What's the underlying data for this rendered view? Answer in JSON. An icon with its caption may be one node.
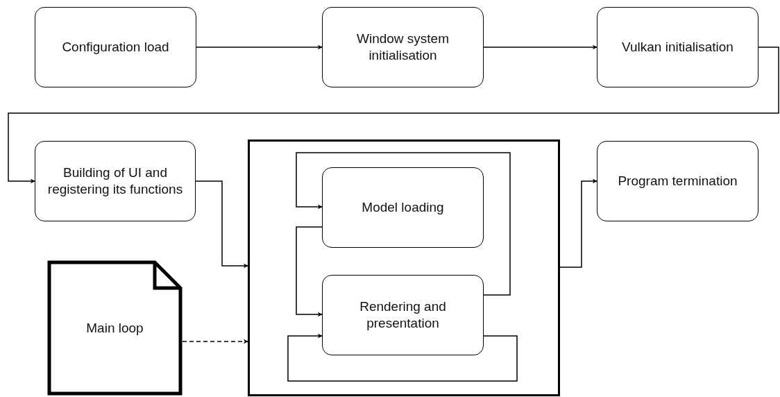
{
  "diagram": {
    "nodes": [
      {
        "text": [
          "Configuration load"
        ]
      },
      {
        "text": [
          "Window system initialisation"
        ]
      },
      {
        "text": [
          "Vulkan initialisation"
        ]
      },
      {
        "text": [
          "Building of UI and registering its functions"
        ]
      },
      {
        "text": [],
        "shape": "box"
      },
      {
        "text": [
          "Model loading"
        ],
        "in": 4
      },
      {
        "text": [
          "Rendering and presentation"
        ],
        "in": 4
      },
      {
        "text": [
          "Program termination"
        ]
      },
      {
        "text": [
          "Main loop"
        ]
      }
    ],
    "edges": [
      {
        "from": 0,
        "to": 1,
        "arrow": "to"
      },
      {
        "from": 1,
        "to": 2,
        "arrow": "to"
      },
      {
        "from": 2,
        "to": 3,
        "arrow": "to"
      },
      {
        "from": 3,
        "to": 4,
        "arrow": "to"
      },
      {
        "from": 8,
        "to": 4,
        "arrow": "to",
        "style": "dashed"
      },
      {
        "from": 4,
        "to": 7,
        "arrow": "to"
      },
      {
        "from": 6,
        "to": 5,
        "arrow": "to"
      },
      {
        "from": 5,
        "to": 6,
        "arrow": "to"
      },
      {
        "from": 6,
        "to": 6,
        "arrow": "to"
      }
    ]
  }
}
